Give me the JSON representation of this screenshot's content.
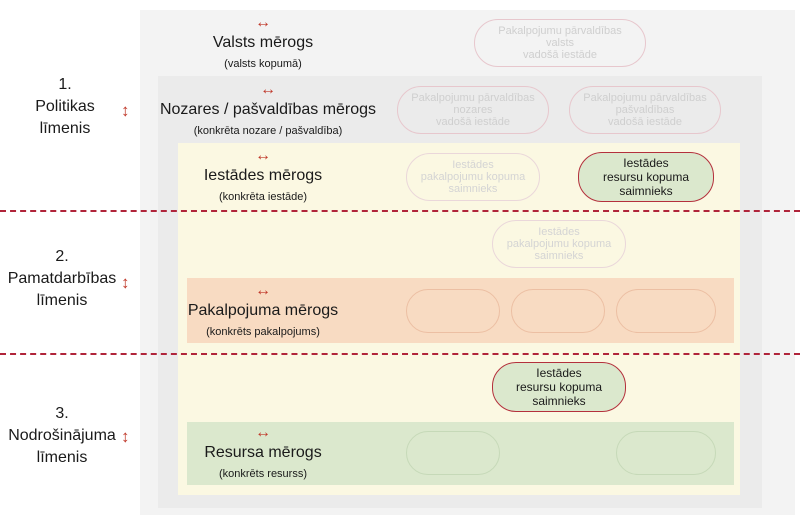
{
  "levels": [
    {
      "number": "1.",
      "name_line1": "Politikas",
      "name_line2": "līmenis"
    },
    {
      "number": "2.",
      "name_line1": "Pamatdarbības",
      "name_line2": "līmenis"
    },
    {
      "number": "3.",
      "name_line1": "Nodrošinājuma",
      "name_line2": "līmenis"
    }
  ],
  "scopes": {
    "state": {
      "title": "Valsts mērogs",
      "subtitle": "(valsts kopumā)"
    },
    "sector": {
      "title": "Nozares / pašvaldības mērogs",
      "subtitle": "(konkrēta nozare / pašvaldība)"
    },
    "inst": {
      "title": "Iestādes mērogs",
      "subtitle": "(konkrēta iestāde)"
    },
    "service": {
      "title": "Pakalpojuma mērogs",
      "subtitle": "(konkrēts pakalpojums)"
    },
    "resource": {
      "title": "Resursa mērogs",
      "subtitle": "(konkrēts resurss)"
    }
  },
  "pills": {
    "state_lead": [
      "Pakalpojumu pārvaldības",
      "valsts",
      "vadošā iestāde"
    ],
    "sector_lead": [
      "Pakalpojumu pārvaldības",
      "nozares",
      "vadošā iestāde"
    ],
    "muni_lead": [
      "Pakalpojumu pārvaldības",
      "pašvaldības",
      "vadošā iestāde"
    ],
    "inst_service_owner": [
      "Iestādes",
      "pakalpojumu kopuma",
      "saimnieks"
    ],
    "inst_resource_owner": [
      "Iestādes",
      "resursu kopuma",
      "saimnieks"
    ],
    "inst_service_owner_2": [
      "Iestādes",
      "pakalpojumu kopuma",
      "saimnieks"
    ],
    "inst_resource_owner_2": [
      "Iestādes",
      "resursu kopuma",
      "saimnieks"
    ]
  },
  "colors": {
    "accent_red": "#b4303c",
    "active_green": "#dbe8cd",
    "service_band": "#f8dbc2",
    "institution_panel": "#fbf8e2"
  }
}
